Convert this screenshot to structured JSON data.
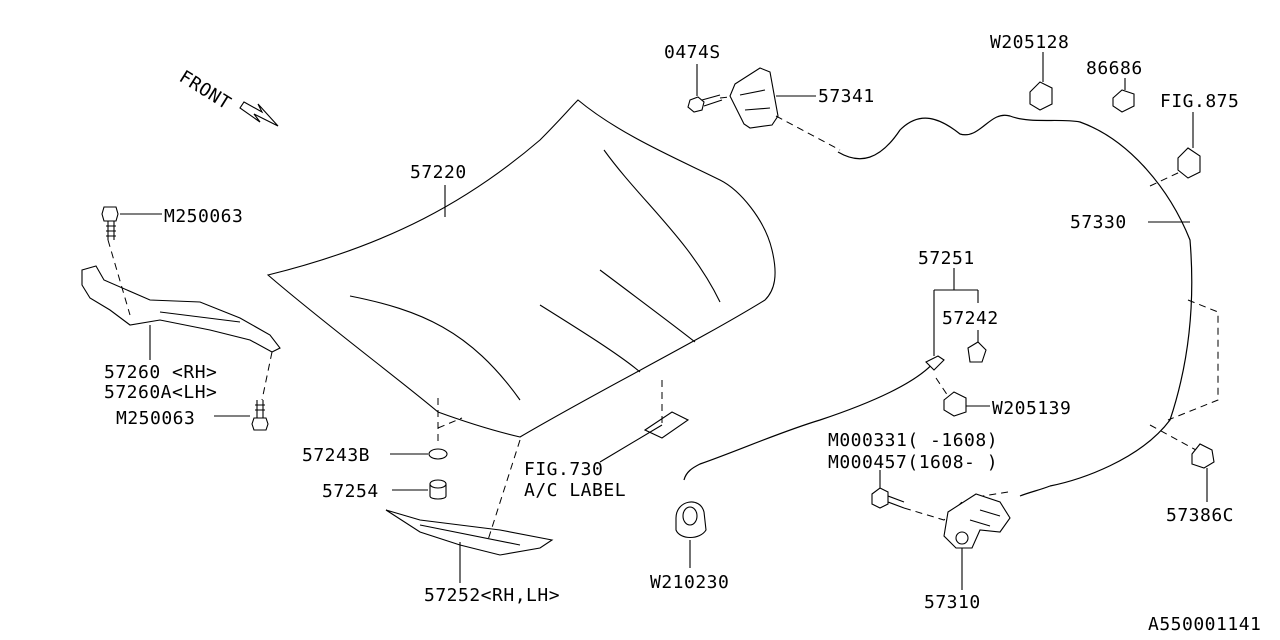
{
  "front_label": "FRONT",
  "diagram_id": "A550001141",
  "labels": {
    "hood": "57220",
    "hinge_rh": "57260 <RH>",
    "hinge_lh": "57260A<LH>",
    "bolt_top": "M250063",
    "bolt_bottom": "M250063",
    "cushion": "57243B",
    "stopper": "57254",
    "seal": "57252<RH,LH>",
    "fig730": "FIG.730",
    "ac_label": "A/C LABEL",
    "grommet": "W210230",
    "screw": "0474S",
    "latch_bracket": "57341",
    "clip_top": "W205128",
    "clip_86686": "86686",
    "fig875": "FIG.875",
    "cable": "57330",
    "release_asm": "57251",
    "release_knob": "57242",
    "clip_w205139": "W205139",
    "bolt_m000331": "M000331(  -1608)",
    "bolt_m000457": "M000457(1608-  )",
    "lock": "57310",
    "clip_57386c": "57386C"
  }
}
